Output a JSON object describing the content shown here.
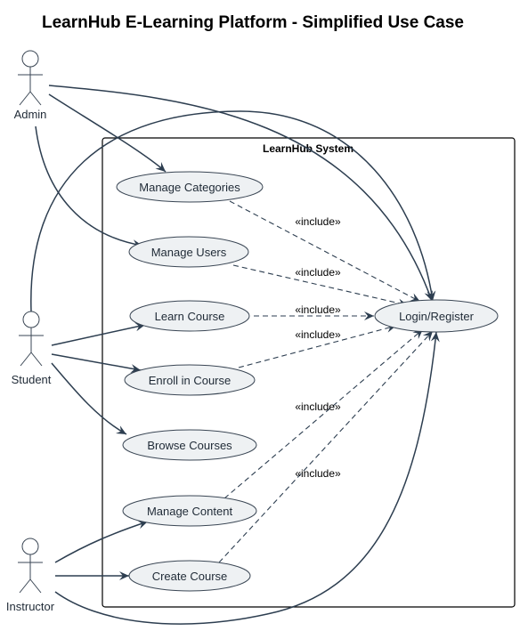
{
  "title": "LearnHub E-Learning Platform - Simplified Use Case",
  "system": {
    "label": "LearnHub System"
  },
  "actors": {
    "admin": "Admin",
    "student": "Student",
    "instructor": "Instructor"
  },
  "use_cases": {
    "manage_categories": "Manage Categories",
    "manage_users": "Manage Users",
    "learn_course": "Learn Course",
    "enroll_course": "Enroll in Course",
    "browse_courses": "Browse Courses",
    "manage_content": "Manage Content",
    "create_course": "Create Course",
    "login_register": "Login/Register"
  },
  "include_label": "«include»",
  "colors": {
    "use_case_fill": "#eef1f3",
    "use_case_stroke": "#3a4654",
    "edge": "#2d3e50"
  }
}
